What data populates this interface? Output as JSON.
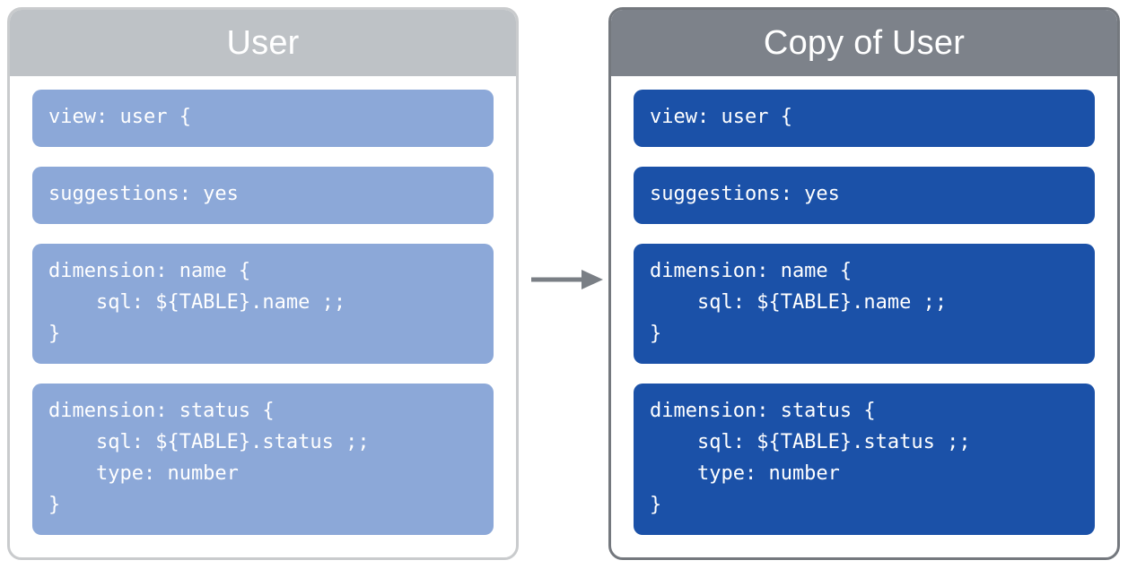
{
  "diagram": {
    "arrow_color": "#7a7f85",
    "arrow_label": "copies-to-arrow"
  },
  "panels": [
    {
      "id": "source",
      "title": "User",
      "header_color": "#bec2c6",
      "border_color": "#c9cbcd",
      "block_color": "#8ca8d8",
      "blocks": [
        {
          "name": "view-declaration",
          "code": "view: user {"
        },
        {
          "name": "suggestions-setting",
          "code": "suggestions: yes"
        },
        {
          "name": "dimension-name",
          "code": "dimension: name {\n    sql: ${TABLE}.name ;;\n}"
        },
        {
          "name": "dimension-status",
          "code": "dimension: status {\n    sql: ${TABLE}.status ;;\n    type: number\n}"
        }
      ]
    },
    {
      "id": "copy",
      "title": "Copy of User",
      "header_color": "#7d828a",
      "border_color": "#74787e",
      "block_color": "#1b51a8",
      "blocks": [
        {
          "name": "view-declaration",
          "code": "view: user {"
        },
        {
          "name": "suggestions-setting",
          "code": "suggestions: yes"
        },
        {
          "name": "dimension-name",
          "code": "dimension: name {\n    sql: ${TABLE}.name ;;\n}"
        },
        {
          "name": "dimension-status",
          "code": "dimension: status {\n    sql: ${TABLE}.status ;;\n    type: number\n}"
        }
      ]
    }
  ]
}
